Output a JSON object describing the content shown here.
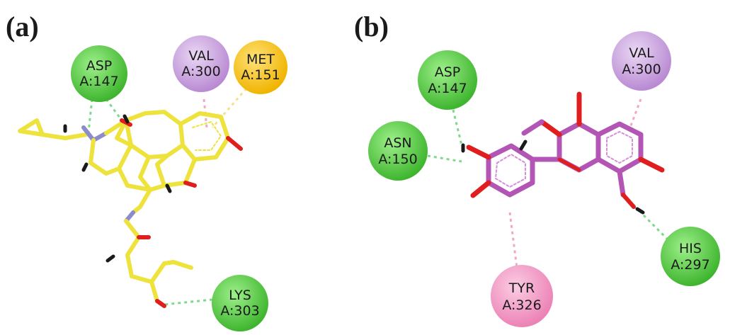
{
  "panels": [
    {
      "id": "a",
      "label": "(a)"
    },
    {
      "id": "b",
      "label": "(b)"
    }
  ],
  "colors": {
    "green_residue": "#4cc93c",
    "purple_residue": "#c9a6dd",
    "orange_residue": "#f7c21a",
    "pink_residue": "#f29bc8",
    "ligand_a": "#eee33c",
    "ligand_b": "#b355b5",
    "oxygen": "#e01e1e",
    "nitrogen": "#8c8ccc",
    "hydrogen": "#1a1a1a",
    "hbond": "#7fd98a",
    "hydrophobic": "#f0a8c4"
  },
  "residues": [
    {
      "id": "a-asp147",
      "panel": "a",
      "name": "ASP",
      "num": "A:147",
      "type": "green_residue",
      "line1": "ASP",
      "line2": "A:147"
    },
    {
      "id": "a-val300",
      "panel": "a",
      "name": "VAL",
      "num": "A:300",
      "type": "purple_residue",
      "line1": "VAL",
      "line2": "A:300"
    },
    {
      "id": "a-met151",
      "panel": "a",
      "name": "MET",
      "num": "A:151",
      "type": "orange_residue",
      "line1": "MET",
      "line2": "A:151"
    },
    {
      "id": "a-lys303",
      "panel": "a",
      "name": "LYS",
      "num": "A:303",
      "type": "green_residue",
      "line1": "LYS",
      "line2": "A:303"
    },
    {
      "id": "b-asp147",
      "panel": "b",
      "name": "ASP",
      "num": "A:147",
      "type": "green_residue",
      "line1": "ASP",
      "line2": "A:147"
    },
    {
      "id": "b-asn150",
      "panel": "b",
      "name": "ASN",
      "num": "A:150",
      "type": "green_residue",
      "line1": "ASN",
      "line2": "A:150"
    },
    {
      "id": "b-val300",
      "panel": "b",
      "name": "VAL",
      "num": "A:300",
      "type": "purple_residue",
      "line1": "VAL",
      "line2": "A:300"
    },
    {
      "id": "b-his297",
      "panel": "b",
      "name": "HIS",
      "num": "A:297",
      "type": "green_residue",
      "line1": "HIS",
      "line2": "A:297"
    },
    {
      "id": "b-tyr326",
      "panel": "b",
      "name": "TYR",
      "num": "A:326",
      "type": "pink_residue",
      "line1": "TYR",
      "line2": "A:326"
    }
  ],
  "interactions": [
    {
      "from": "a-asp147",
      "type": "hbond"
    },
    {
      "from": "a-val300",
      "type": "hydrophobic"
    },
    {
      "from": "a-met151",
      "type": "hydrophobic"
    },
    {
      "from": "a-lys303",
      "type": "hbond"
    },
    {
      "from": "b-asp147",
      "type": "hbond"
    },
    {
      "from": "b-asn150",
      "type": "hbond"
    },
    {
      "from": "b-val300",
      "type": "hydrophobic"
    },
    {
      "from": "b-his297",
      "type": "hbond"
    },
    {
      "from": "b-tyr326",
      "type": "hydrophobic"
    }
  ]
}
